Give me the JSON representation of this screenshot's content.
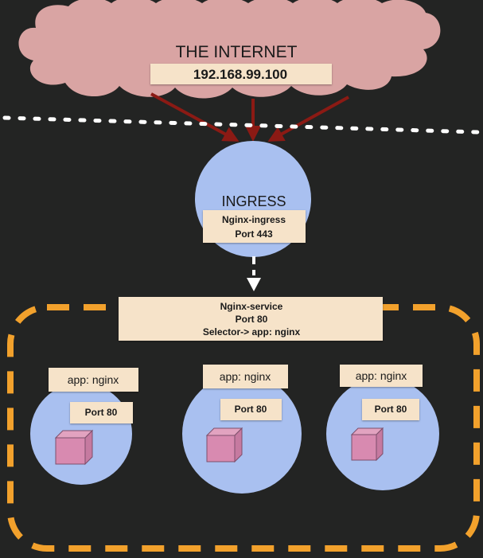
{
  "internet": {
    "title": "THE INTERNET",
    "ip": "192.168.99.100"
  },
  "ingress": {
    "title": "INGRESS",
    "name": "Nginx-ingress",
    "port": "Port 443"
  },
  "service": {
    "name": "Nginx-service",
    "port": "Port 80",
    "selector": "Selector-> app: nginx"
  },
  "pods": [
    {
      "label": "app: nginx",
      "port": "Port 80"
    },
    {
      "label": "app: nginx",
      "port": "Port 80"
    },
    {
      "label": "app: nginx",
      "port": "Port 80"
    }
  ],
  "colors": {
    "background": "#232423",
    "cloud": "#d9a4a3",
    "arrow": "#8b1a14",
    "circle": "#a9c0f0",
    "box": "#f6e3c9",
    "container": "#d88ab0",
    "dashed_border": "#f2a12c",
    "dotted_line": "#ffffff"
  }
}
